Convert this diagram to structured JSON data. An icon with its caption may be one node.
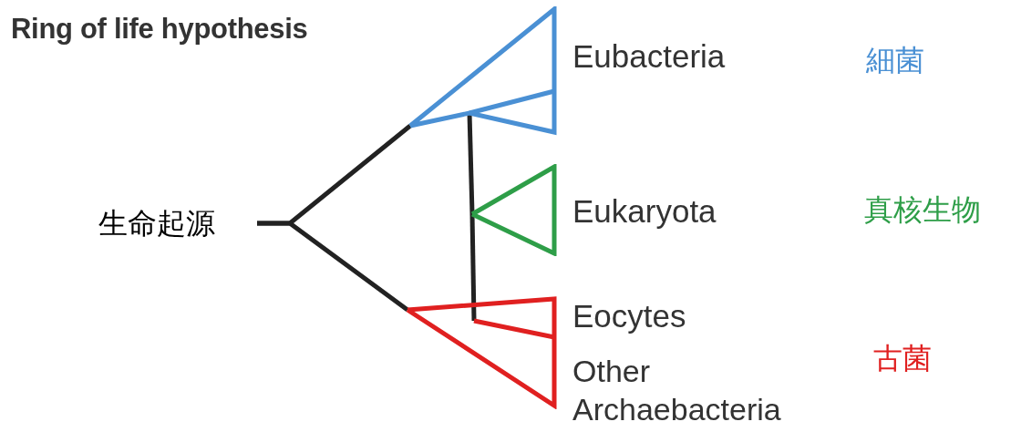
{
  "diagram": {
    "title": "Ring of life hypothesis",
    "nodes": [
      {
        "text": [
          "生命起源"
        ]
      },
      {
        "text": [],
        "shape": "triangle",
        "beside": [
          "Eubacteria"
        ]
      },
      {
        "text": [],
        "shape": "triangle",
        "beside": [
          "Eukaryota"
        ]
      },
      {
        "text": [],
        "shape": "triangle",
        "beside": [
          "Eocytes",
          "Other Archaebacteria"
        ]
      }
    ],
    "labels": [
      "細菌",
      "真核生物",
      "古菌"
    ],
    "edges": [
      {
        "from": 0,
        "to": 1,
        "arrow": "none"
      },
      {
        "from": 0,
        "to": 3,
        "arrow": "none"
      },
      {
        "from": 1,
        "to": 2,
        "arrow": "none"
      },
      {
        "from": 2,
        "to": 3,
        "arrow": "none"
      }
    ]
  }
}
